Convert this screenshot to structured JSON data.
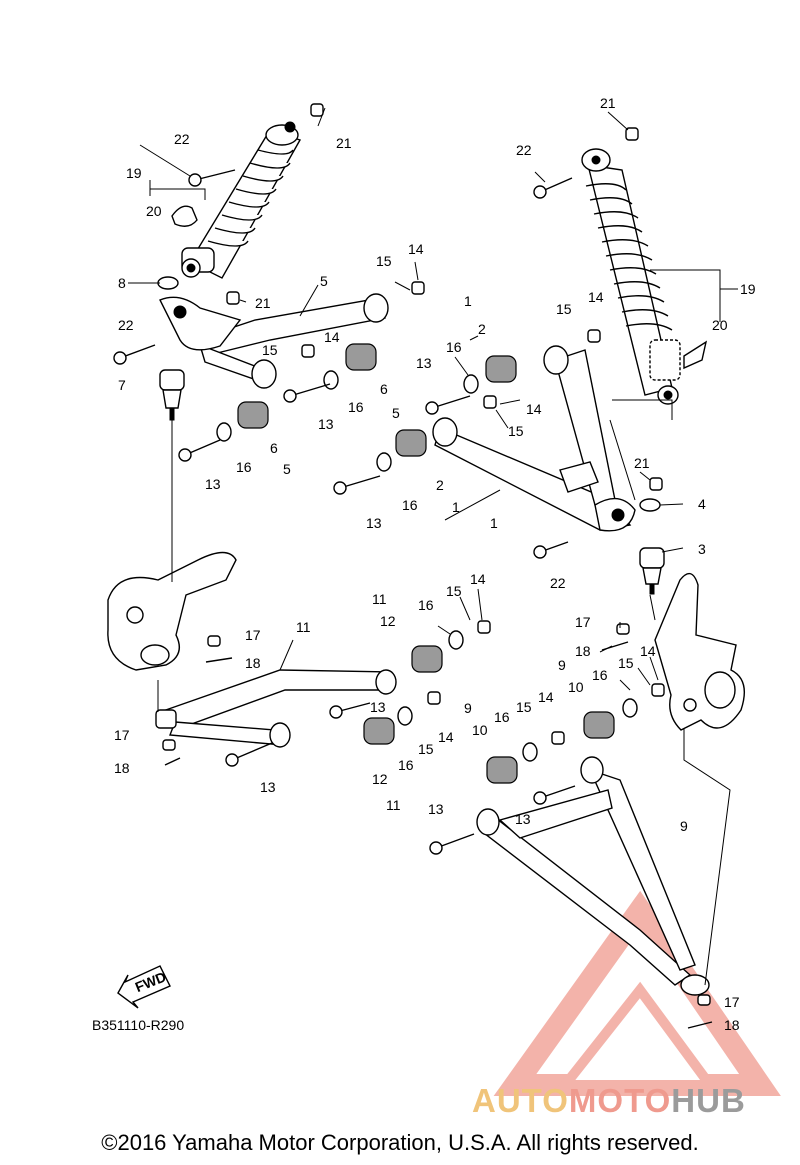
{
  "diagram": {
    "callouts": {
      "p1a": "1",
      "p1b": "1",
      "p1c": "1",
      "p2a": "2",
      "p2b": "2",
      "p3": "3",
      "p4": "4",
      "p5a": "5",
      "p5b": "5",
      "p5c": "5",
      "p6a": "6",
      "p6b": "6",
      "p7": "7",
      "p8": "8",
      "p9a": "9",
      "p9b": "9",
      "p9c": "9",
      "p10a": "10",
      "p10b": "10",
      "p11a": "11",
      "p11b": "11",
      "p11c": "11",
      "p12a": "12",
      "p12b": "12",
      "p13a": "13",
      "p13b": "13",
      "p13c": "13",
      "p13d": "13",
      "p13e": "13",
      "p13f": "13",
      "p13g": "13",
      "p13h": "13",
      "p14a": "14",
      "p14b": "14",
      "p14c": "14",
      "p14d": "14",
      "p14e": "14",
      "p14f": "14",
      "p14g": "14",
      "p14h": "14",
      "p15a": "15",
      "p15b": "15",
      "p15c": "15",
      "p15d": "15",
      "p15e": "15",
      "p15f": "15",
      "p15g": "15",
      "p15h": "15",
      "p16a": "16",
      "p16b": "16",
      "p16c": "16",
      "p16d": "16",
      "p16e": "16",
      "p16f": "16",
      "p16g": "16",
      "p16h": "16",
      "p17a": "17",
      "p17b": "17",
      "p17c": "17",
      "p17d": "17",
      "p18a": "18",
      "p18b": "18",
      "p18c": "18",
      "p18d": "18",
      "p19a": "19",
      "p19b": "19",
      "p20a": "20",
      "p20b": "20",
      "p21a": "21",
      "p21b": "21",
      "p21c": "21",
      "p21d": "21",
      "p22a": "22",
      "p22b": "22",
      "p22c": "22",
      "p22d": "22"
    },
    "fwd_label": "FWD",
    "diagram_code": "B351110-R290"
  },
  "watermark": {
    "part1": "AUTO",
    "part2": "MOTO",
    "part3": "HUB",
    "colors": {
      "triangle": "#ef9a8e",
      "auto": "#f0c47a",
      "moto": "#ef9a8e",
      "hub": "#9b9b9b"
    }
  },
  "footer": {
    "copyright": "©2016 Yamaha Motor Corporation, U.S.A. All rights reserved."
  }
}
